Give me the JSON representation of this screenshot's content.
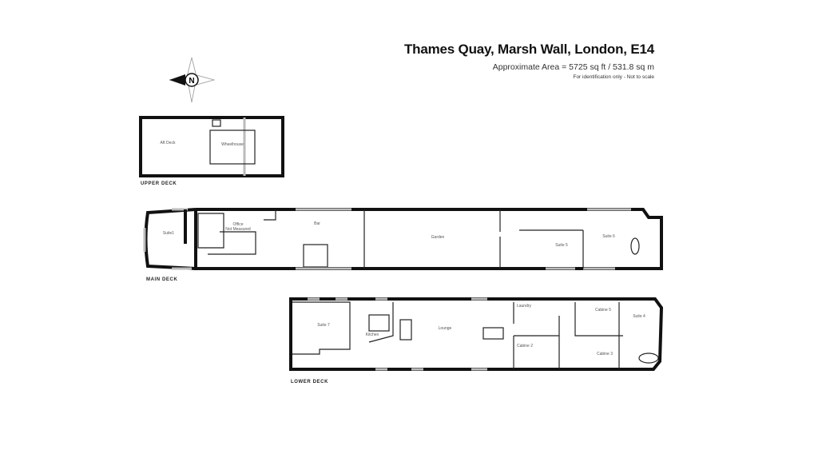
{
  "header": {
    "title": "Thames Quay, Marsh Wall, London, E14",
    "area": "Approximate Area = 5725 sq ft / 531.8 sq m",
    "note": "For identification only - Not to scale"
  },
  "compass": {
    "icon": "north-arrow-icon",
    "label": "N"
  },
  "decks": {
    "upper": {
      "label": "UPPER DECK",
      "rooms": {
        "aft": "Aft Deck",
        "wheelhouse": "Wheelhouse"
      }
    },
    "main": {
      "label": "MAIN DECK",
      "rooms": {
        "suite1": "Suite1",
        "office": "Office",
        "office_note": "Not Measured",
        "bar": "Bar",
        "garden": "Garden",
        "suite5": "Suite 5",
        "suite6": "Suite 6"
      }
    },
    "lower": {
      "label": "LOWER DECK",
      "rooms": {
        "suite7": "Suite 7",
        "kitchen": "Kitchen",
        "lounge": "Lounge",
        "laundry": "Laundry",
        "cabine5": "Cabine 5",
        "suite4": "Suite 4",
        "cabine2": "Cabine 2",
        "cabine3": "Cabine 3"
      }
    }
  },
  "colors": {
    "wall": "#111111",
    "window": "#bbbbbb"
  }
}
